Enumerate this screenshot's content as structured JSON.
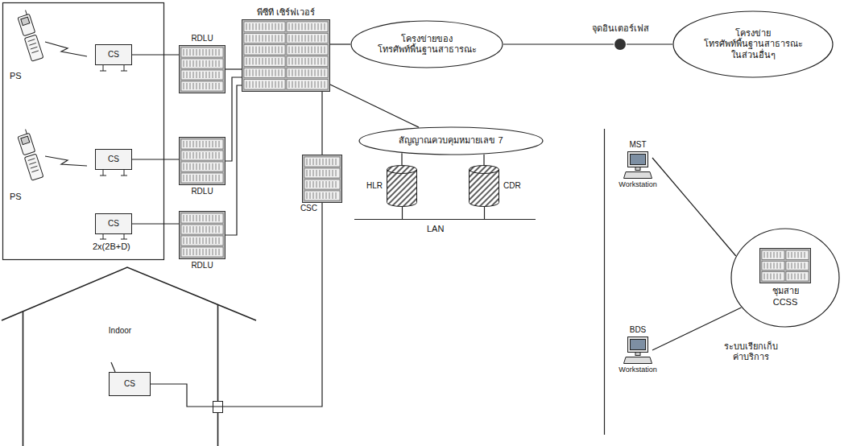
{
  "diagram": {
    "nodes": [
      {
        "text": [
          "CS"
        ]
      },
      {
        "text": [
          "CS"
        ]
      },
      {
        "text": [
          "CS"
        ]
      },
      {
        "text": [
          "RDLU"
        ]
      },
      {
        "text": [
          "RDLU"
        ]
      },
      {
        "text": [
          "RDLU"
        ]
      },
      {
        "text": [
          "พีซีที เซิร์ฟเวอร์"
        ]
      },
      {
        "text": [
          "โครงข่ายของ โทรศัพท์พื้นฐานสาธารณะ"
        ]
      },
      {
        "text": [
          "จุดอินเตอร์เฟส"
        ]
      },
      {
        "text": [
          "โครงข่าย โทรศัพท์พื้นฐานสาธารณะ ในส่วนอื่นๆ"
        ]
      },
      {
        "text": [
          "สัญญาณควบคุมหมายเลข 7"
        ]
      },
      {
        "text": [
          "HLR"
        ]
      },
      {
        "text": [
          "CDR"
        ]
      },
      {
        "text": [
          "CSC"
        ]
      },
      {
        "text": [
          "Indoor"
        ]
      },
      {
        "text": [
          "CS"
        ],
        "in": 14
      },
      {
        "text": [
          "MST",
          "Workstation"
        ]
      },
      {
        "text": [
          "BDS",
          "Workstation"
        ]
      },
      {
        "text": [
          "ชุมสาย CCSS"
        ]
      }
    ],
    "edges": [
      {
        "from": 0,
        "to": 3,
        "arrow": "none"
      },
      {
        "from": 1,
        "to": 4,
        "arrow": "none"
      },
      {
        "from": 2,
        "to": 5,
        "arrow": "none"
      },
      {
        "from": 3,
        "to": 6,
        "arrow": "none"
      },
      {
        "from": 4,
        "to": 6,
        "arrow": "none"
      },
      {
        "from": 5,
        "to": 6,
        "arrow": "none"
      },
      {
        "from": 6,
        "to": 7,
        "arrow": "none"
      },
      {
        "from": 7,
        "to": 8,
        "arrow": "none"
      },
      {
        "from": 8,
        "to": 9,
        "arrow": "none"
      },
      {
        "from": 6,
        "to": 10,
        "arrow": "none"
      },
      {
        "from": 10,
        "to": 11,
        "arrow": "none"
      },
      {
        "from": 10,
        "to": 12,
        "arrow": "none"
      },
      {
        "from": 6,
        "to": 13,
        "arrow": "none"
      },
      {
        "from": 13,
        "to": 15,
        "arrow": "none"
      },
      {
        "from": 16,
        "to": 18,
        "arrow": "none"
      },
      {
        "from": 17,
        "to": 18,
        "arrow": "none"
      }
    ],
    "labels": [
      "PS",
      "PS",
      "2x(2B+D)",
      "LAN",
      "ระบบเรียกเก็บ ค่าบริการ"
    ]
  }
}
